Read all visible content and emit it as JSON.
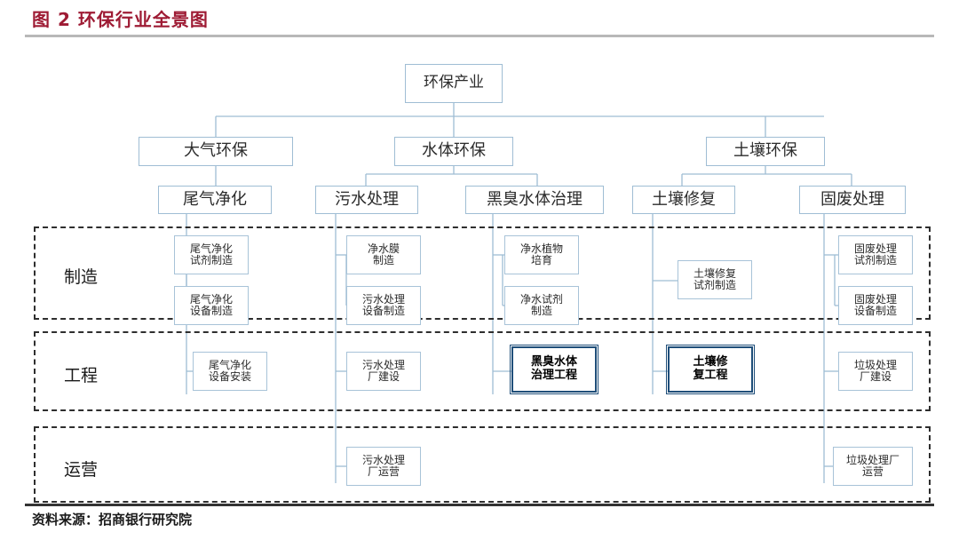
{
  "figure": {
    "title": "图 2  环保行业全景图",
    "source_note": "资料来源：招商银行研究院",
    "accent_color": "#9e1b34",
    "node_border_color": "#9fbdd4",
    "highlight_border_color": "#1f4e79"
  },
  "tree": {
    "root": {
      "label": "环保产业"
    },
    "level2": [
      {
        "label": "大气环保"
      },
      {
        "label": "水体环保"
      },
      {
        "label": "土壤环保"
      }
    ],
    "level3": [
      {
        "label": "尾气净化"
      },
      {
        "label": "污水处理"
      },
      {
        "label": "黑臭水体治理"
      },
      {
        "label": "土壤修复"
      },
      {
        "label": "固废处理"
      }
    ]
  },
  "bands": [
    {
      "label": "制造",
      "nodes": [
        {
          "label": "尾气净化\n试剂制造",
          "highlight": false
        },
        {
          "label": "尾气净化\n设备制造",
          "highlight": false
        },
        {
          "label": "净水膜\n制造",
          "highlight": false
        },
        {
          "label": "污水处理\n设备制造",
          "highlight": false
        },
        {
          "label": "净水植物\n培育",
          "highlight": false
        },
        {
          "label": "净水试剂\n制造",
          "highlight": false
        },
        {
          "label": "土壤修复\n试剂制造",
          "highlight": false
        },
        {
          "label": "固废处理\n试剂制造",
          "highlight": false
        },
        {
          "label": "固废处理\n设备制造",
          "highlight": false
        }
      ]
    },
    {
      "label": "工程",
      "nodes": [
        {
          "label": "尾气净化\n设备安装",
          "highlight": false
        },
        {
          "label": "污水处理\n厂建设",
          "highlight": false
        },
        {
          "label": "黑臭水体\n治理工程",
          "highlight": true
        },
        {
          "label": "土壤修\n复工程",
          "highlight": true
        },
        {
          "label": "垃圾处理\n厂建设",
          "highlight": false
        }
      ]
    },
    {
      "label": "运营",
      "nodes": [
        {
          "label": "污水处理\n厂运营",
          "highlight": false
        },
        {
          "label": "垃圾处理厂\n运营",
          "highlight": false
        }
      ]
    }
  ]
}
